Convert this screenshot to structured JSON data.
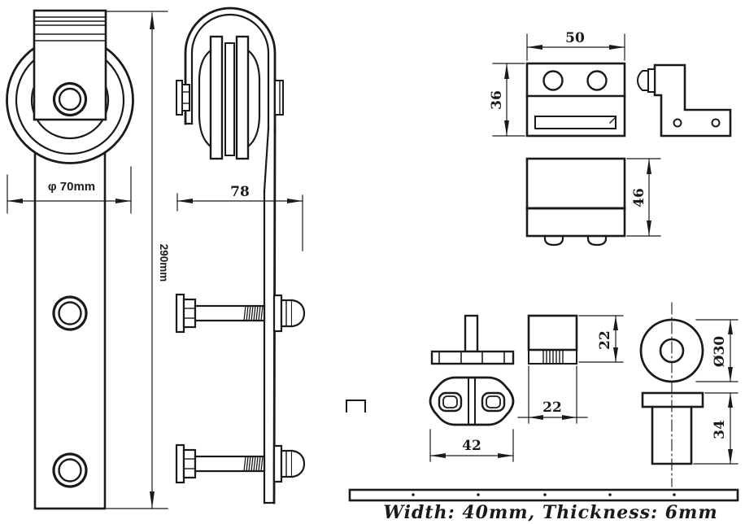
{
  "drawing": {
    "background": "#ffffff",
    "line_color": "#1a1a1a",
    "views": {
      "roller_front": {
        "dim_diameter": "φ 70mm",
        "dim_height": "290mm"
      },
      "roller_side": {
        "dim_depth": "78"
      },
      "mount_bracket": {
        "dim_width": "50",
        "dim_height": "36"
      },
      "spacer_block": {
        "dim_height": "46"
      },
      "floor_guide": {
        "dim_plate_width": "42",
        "dim_block_width": "22",
        "dim_block_height": "22"
      },
      "door_stop": {
        "dim_diameter": "Ø30",
        "dim_height": "34"
      },
      "rail": {
        "note": "Width: 40mm, Thickness: 6mm"
      }
    }
  }
}
